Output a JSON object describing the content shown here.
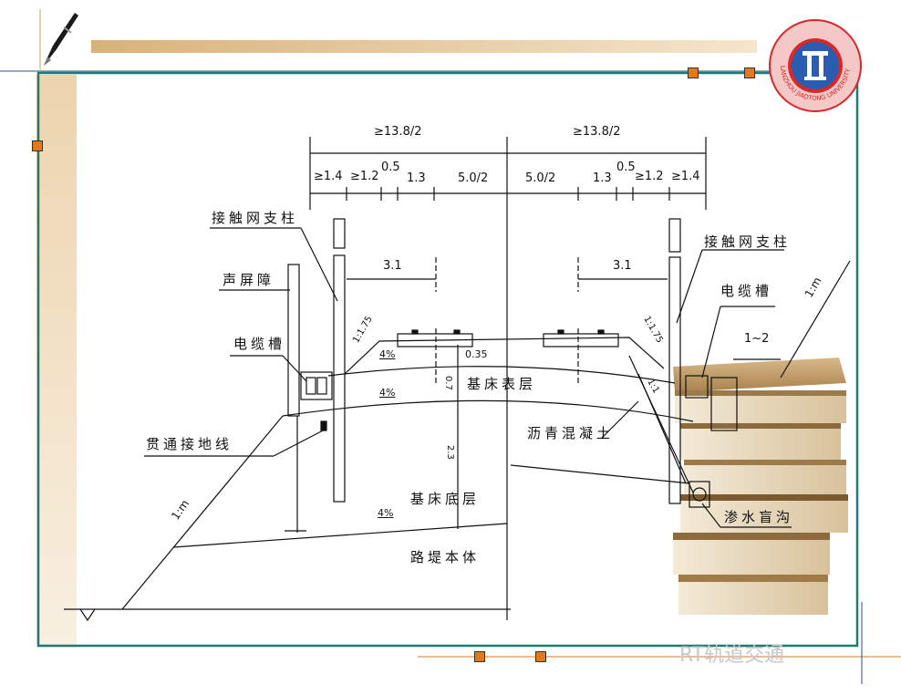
{
  "slide": {
    "labels": {
      "contact_pole_left": "接触网支柱",
      "sound_barrier": "声屏障",
      "cable_trough_left": "电缆槽",
      "ground_wire": "贯通接地线",
      "bed_surface": "基床表层",
      "bed_bottom": "基床底层",
      "embankment": "路堤本体",
      "contact_pole_right": "接触网支柱",
      "cable_trough_right": "电缆槽",
      "asphalt": "沥青混凝土",
      "drain": "渗水盲沟"
    },
    "dims": {
      "half_width_left": "≥13.8/2",
      "half_width_right": "≥13.8/2",
      "l_14": "≥1.4",
      "l_12": "≥1.2",
      "l_05": "0.5",
      "l_13": "1.3",
      "l_50": "5.0/2",
      "r_50": "5.0/2",
      "r_13": "1.3",
      "r_05": "0.5",
      "r_12": "≥1.2",
      "r_14": "≥1.4",
      "offset_left": "3.1",
      "offset_right": "3.1",
      "thick_035": "0.35",
      "thick_07": "0.7",
      "thick_23": "2.3",
      "slope_l": "1:1.75",
      "slope_r": "1:1.75",
      "slope_11": "1:1",
      "slope_1m_left": "1:m",
      "slope_1m_right": "1:m",
      "range_12": "1~2",
      "grade_1": "4%",
      "grade_2": "4%",
      "grade_3": "4%"
    },
    "logo_text": "LANZHOU JIAOTONG UNIVERSITY",
    "watermark": "RT轨道交通",
    "colors": {
      "accent_orange": "#e07a1e",
      "frame_teal": "#1f7a72",
      "logo_red": "#d8282a",
      "logo_blue": "#2a5db0"
    }
  }
}
